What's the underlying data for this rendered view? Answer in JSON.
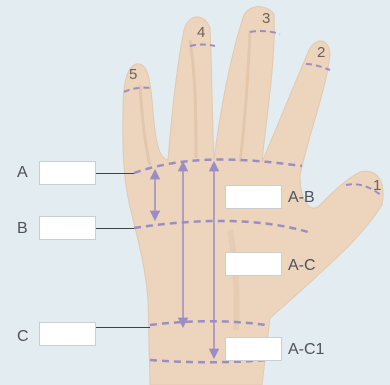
{
  "finger_numbers": [
    "1",
    "2",
    "3",
    "4",
    "5"
  ],
  "left_labels": {
    "a": "A",
    "b": "B",
    "c": "C"
  },
  "right_labels": {
    "ab": "A-B",
    "ac": "A-C",
    "ac1": "A-C1"
  },
  "inputs": {
    "a": "",
    "b": "",
    "c": "",
    "ab": "",
    "ac": "",
    "ac1": ""
  },
  "colors": {
    "background": "#e3ecf1",
    "skin": "#edd5bd",
    "skin_shadow": "#ddbfa5",
    "measure_line": "#9b8cc3",
    "text": "#4d5257"
  }
}
